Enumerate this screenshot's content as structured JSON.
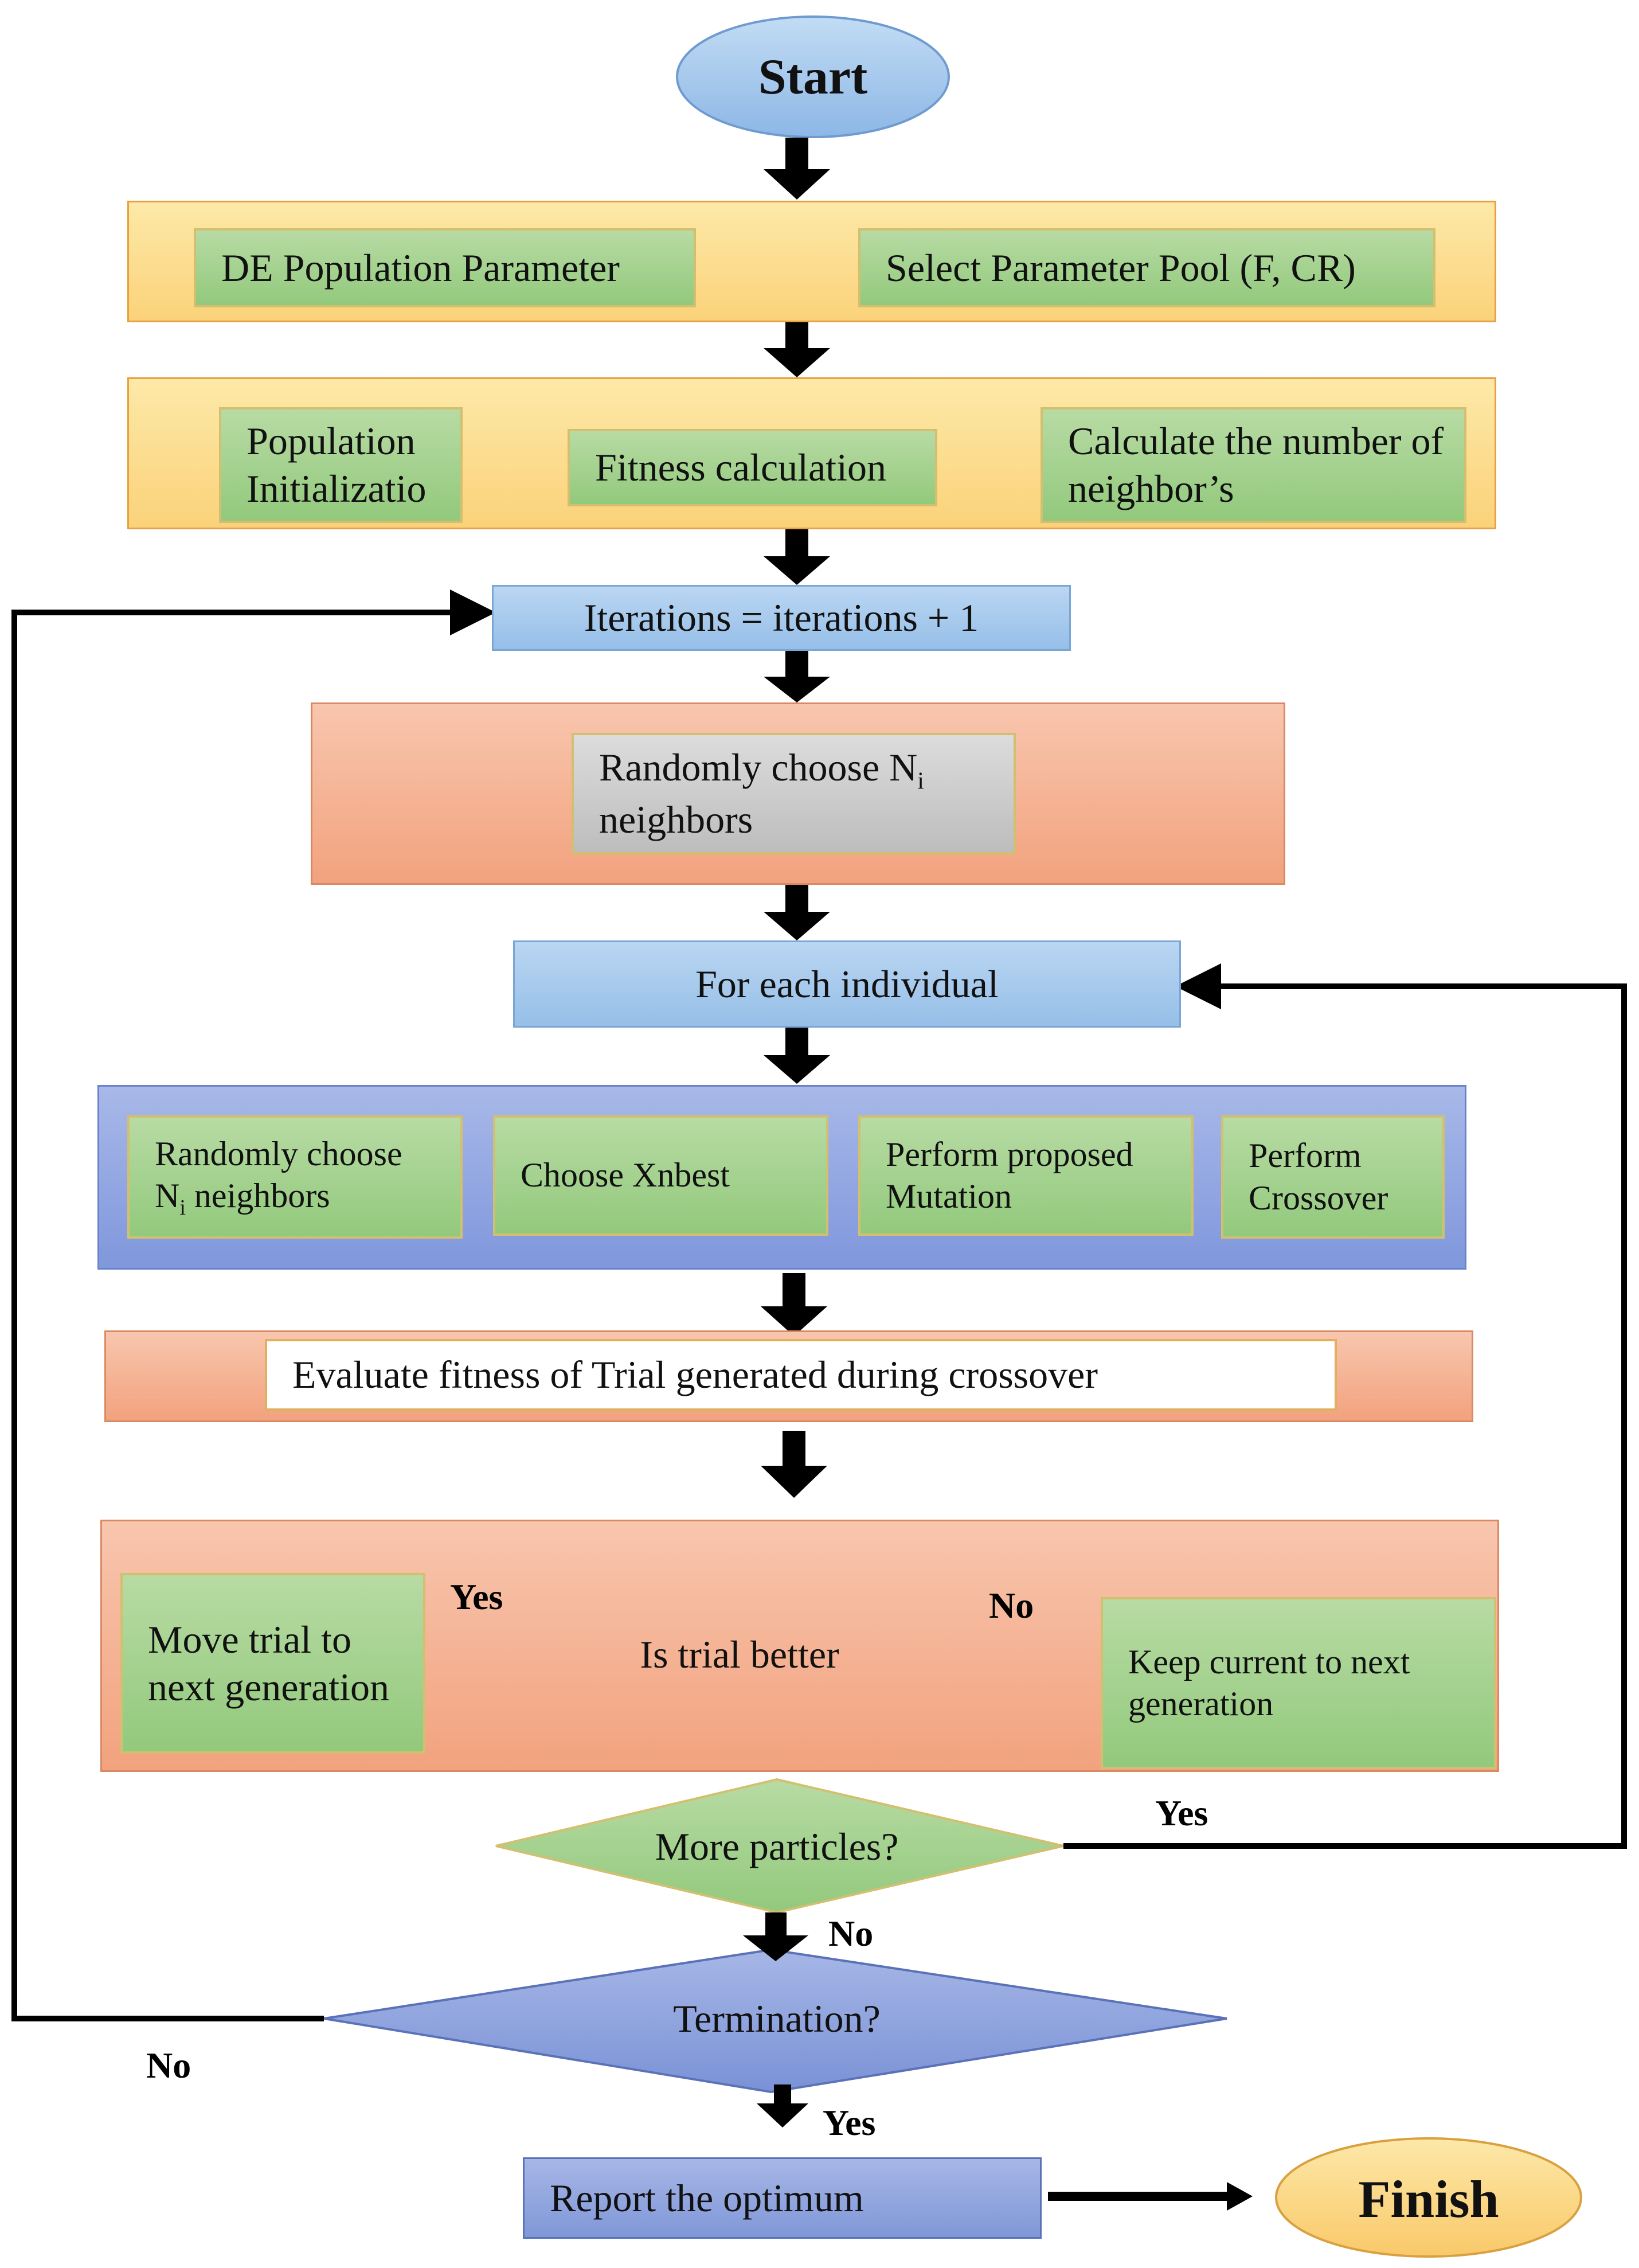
{
  "nodes": {
    "start": "Start",
    "de_population": "DE Population Parameter",
    "select_pool": "Select Parameter Pool (F, CR)",
    "pop_init": "Population Initializatio",
    "fitness_calc": "Fitness calculation",
    "calc_neighbors": "Calculate the number of neighbor’s",
    "iterations": "Iterations = iterations + 1",
    "random_choose_top": "Randomly choose N",
    "random_choose_top_sub": "i",
    "random_choose_top_rest": "neighbors",
    "for_each": "For each individual",
    "inner_random_a": "Randomly choose",
    "inner_random_b": "N",
    "inner_random_sub": "i",
    "inner_random_c": " neighbors",
    "choose_xnbest": "Choose Xnbest",
    "perform_mutation": "Perform proposed Mutation",
    "perform_crossover": "Perform Crossover",
    "evaluate_fitness": "Evaluate fitness of Trial generated during crossover",
    "move_trial": "Move trial to next generation",
    "is_trial_better": "Is trial better",
    "keep_current": "Keep current to next generation",
    "more_particles": "More particles?",
    "termination": "Termination?",
    "report_optimum": "Report the optimum",
    "finish": "Finish"
  },
  "edge_labels": {
    "yes_move": "Yes",
    "no_keep": "No",
    "yes_more": "Yes",
    "no_more": "No",
    "no_termination": "No",
    "yes_termination": "Yes"
  },
  "colors": {
    "ellipse_blue": "#9ec4ec",
    "ellipse_orange": "#fcd27e",
    "band_orange": "#fbd27a",
    "band_salmon": "#f2a27e",
    "band_purple": "#7f97dc",
    "node_green": "#92c97c",
    "node_blue": "#96bfe8",
    "arrow": "#000000"
  }
}
